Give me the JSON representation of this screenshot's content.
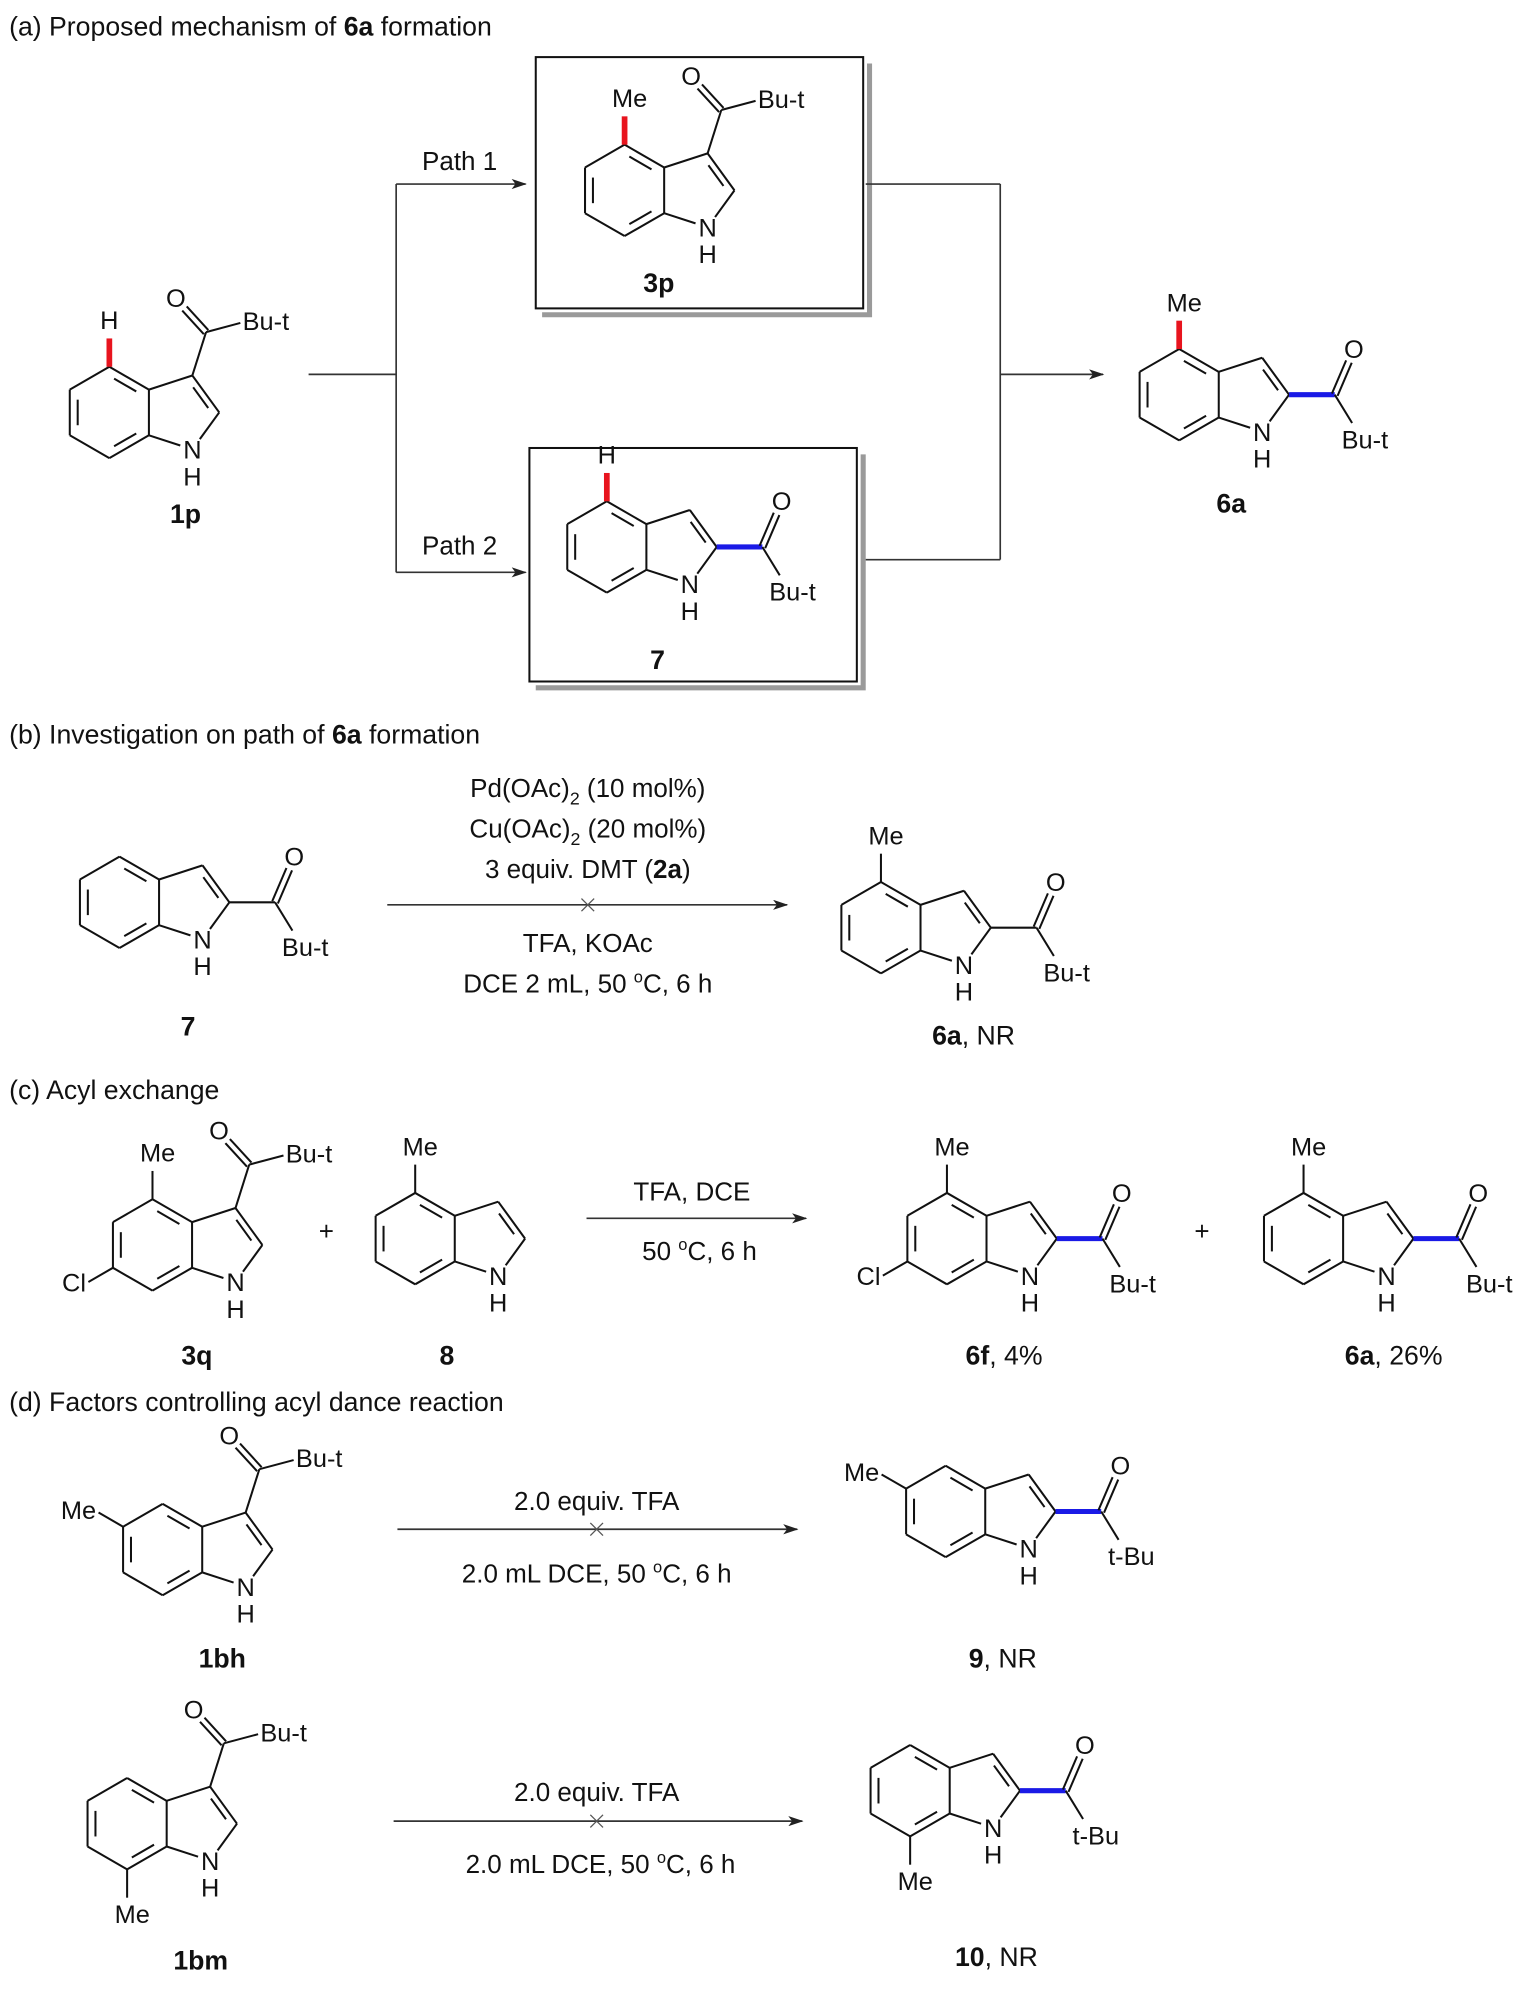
{
  "sections": {
    "a": {
      "prefix": "(a) Proposed mechanism of ",
      "bold": "6a",
      "suffix": " formation"
    },
    "b": {
      "prefix": "(b) Investigation on path of ",
      "bold": "6a",
      "suffix": " formation"
    },
    "c": {
      "text": "(c) Acyl exchange"
    },
    "d": {
      "text": "(d) Factors controlling acyl dance reaction"
    }
  },
  "paths": {
    "path1": "Path 1",
    "path2": "Path 2"
  },
  "atoms": {
    "O": "O",
    "N": "N",
    "H": "H",
    "Me": "Me",
    "Cl": "Cl",
    "BuT": "Bu-t",
    "tBu": "t-Bu"
  },
  "plus": "+",
  "conditions": {
    "b": {
      "l1": {
        "pre": "Pd(OAc)",
        "sub": "2",
        "post": " (10 mol%)"
      },
      "l2": {
        "pre": "Cu(OAc)",
        "sub": "2",
        "post": " (20 mol%)"
      },
      "l3": {
        "pre": "3 equiv. DMT (",
        "bold": "2a",
        "post": ")"
      },
      "l4": "TFA, KOAc",
      "l5": {
        "pre": "DCE 2 mL, 50 ",
        "sup": "o",
        "post": "C, 6 h"
      }
    },
    "c": {
      "l1": "TFA, DCE",
      "l2": {
        "pre": "50 ",
        "sup": "o",
        "post": "C, 6 h"
      }
    },
    "d1": {
      "l1": "2.0 equiv. TFA",
      "l2": {
        "pre": "2.0 mL DCE, 50 ",
        "sup": "o",
        "post": "C, 6 h"
      }
    },
    "d2": {
      "l1": "2.0 equiv. TFA",
      "l2": {
        "pre": "2.0 mL DCE, 50 ",
        "sup": "o",
        "post": "C, 6 h"
      }
    }
  },
  "compounds": {
    "1p": {
      "id": "1p"
    },
    "3p": {
      "id": "3p"
    },
    "7_a": {
      "id": "7"
    },
    "6a_a": {
      "id": "6a"
    },
    "7_b": {
      "id": "7"
    },
    "6a_b": {
      "id": "6a",
      "note": ", NR"
    },
    "3q": {
      "id": "3q"
    },
    "8": {
      "id": "8"
    },
    "6f": {
      "id": "6f",
      "note": ", 4%"
    },
    "6a_c": {
      "id": "6a",
      "note": ", 26%"
    },
    "1bh": {
      "id": "1bh"
    },
    "9": {
      "id": "9",
      "note": ", NR"
    },
    "1bm": {
      "id": "1bm"
    },
    "10": {
      "id": "10",
      "note": ", NR"
    }
  },
  "colors": {
    "highlight_red": "#e8141e",
    "highlight_blue": "#1a1ae6",
    "box_shadow": "#9a9a9a"
  }
}
